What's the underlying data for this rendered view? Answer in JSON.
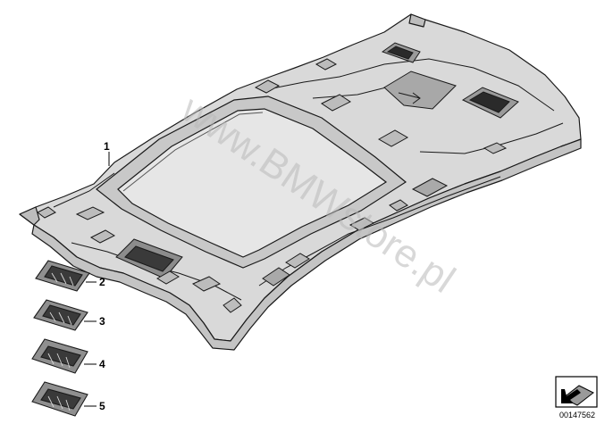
{
  "diagram": {
    "callouts": [
      {
        "id": "1",
        "label": "1"
      },
      {
        "id": "2",
        "label": "2"
      },
      {
        "id": "3",
        "label": "3"
      },
      {
        "id": "4",
        "label": "4"
      },
      {
        "id": "5",
        "label": "5"
      }
    ],
    "watermark": "www.BMWstore.pl",
    "diagram_number": "00147562",
    "corner_icon": "arrow-reference-icon",
    "colors": {
      "line": "#1a1a1a",
      "panel_fill": "#d9d9d9",
      "panel_shade": "#bdbdbd",
      "dark_cutout": "#2a2a2a"
    }
  }
}
